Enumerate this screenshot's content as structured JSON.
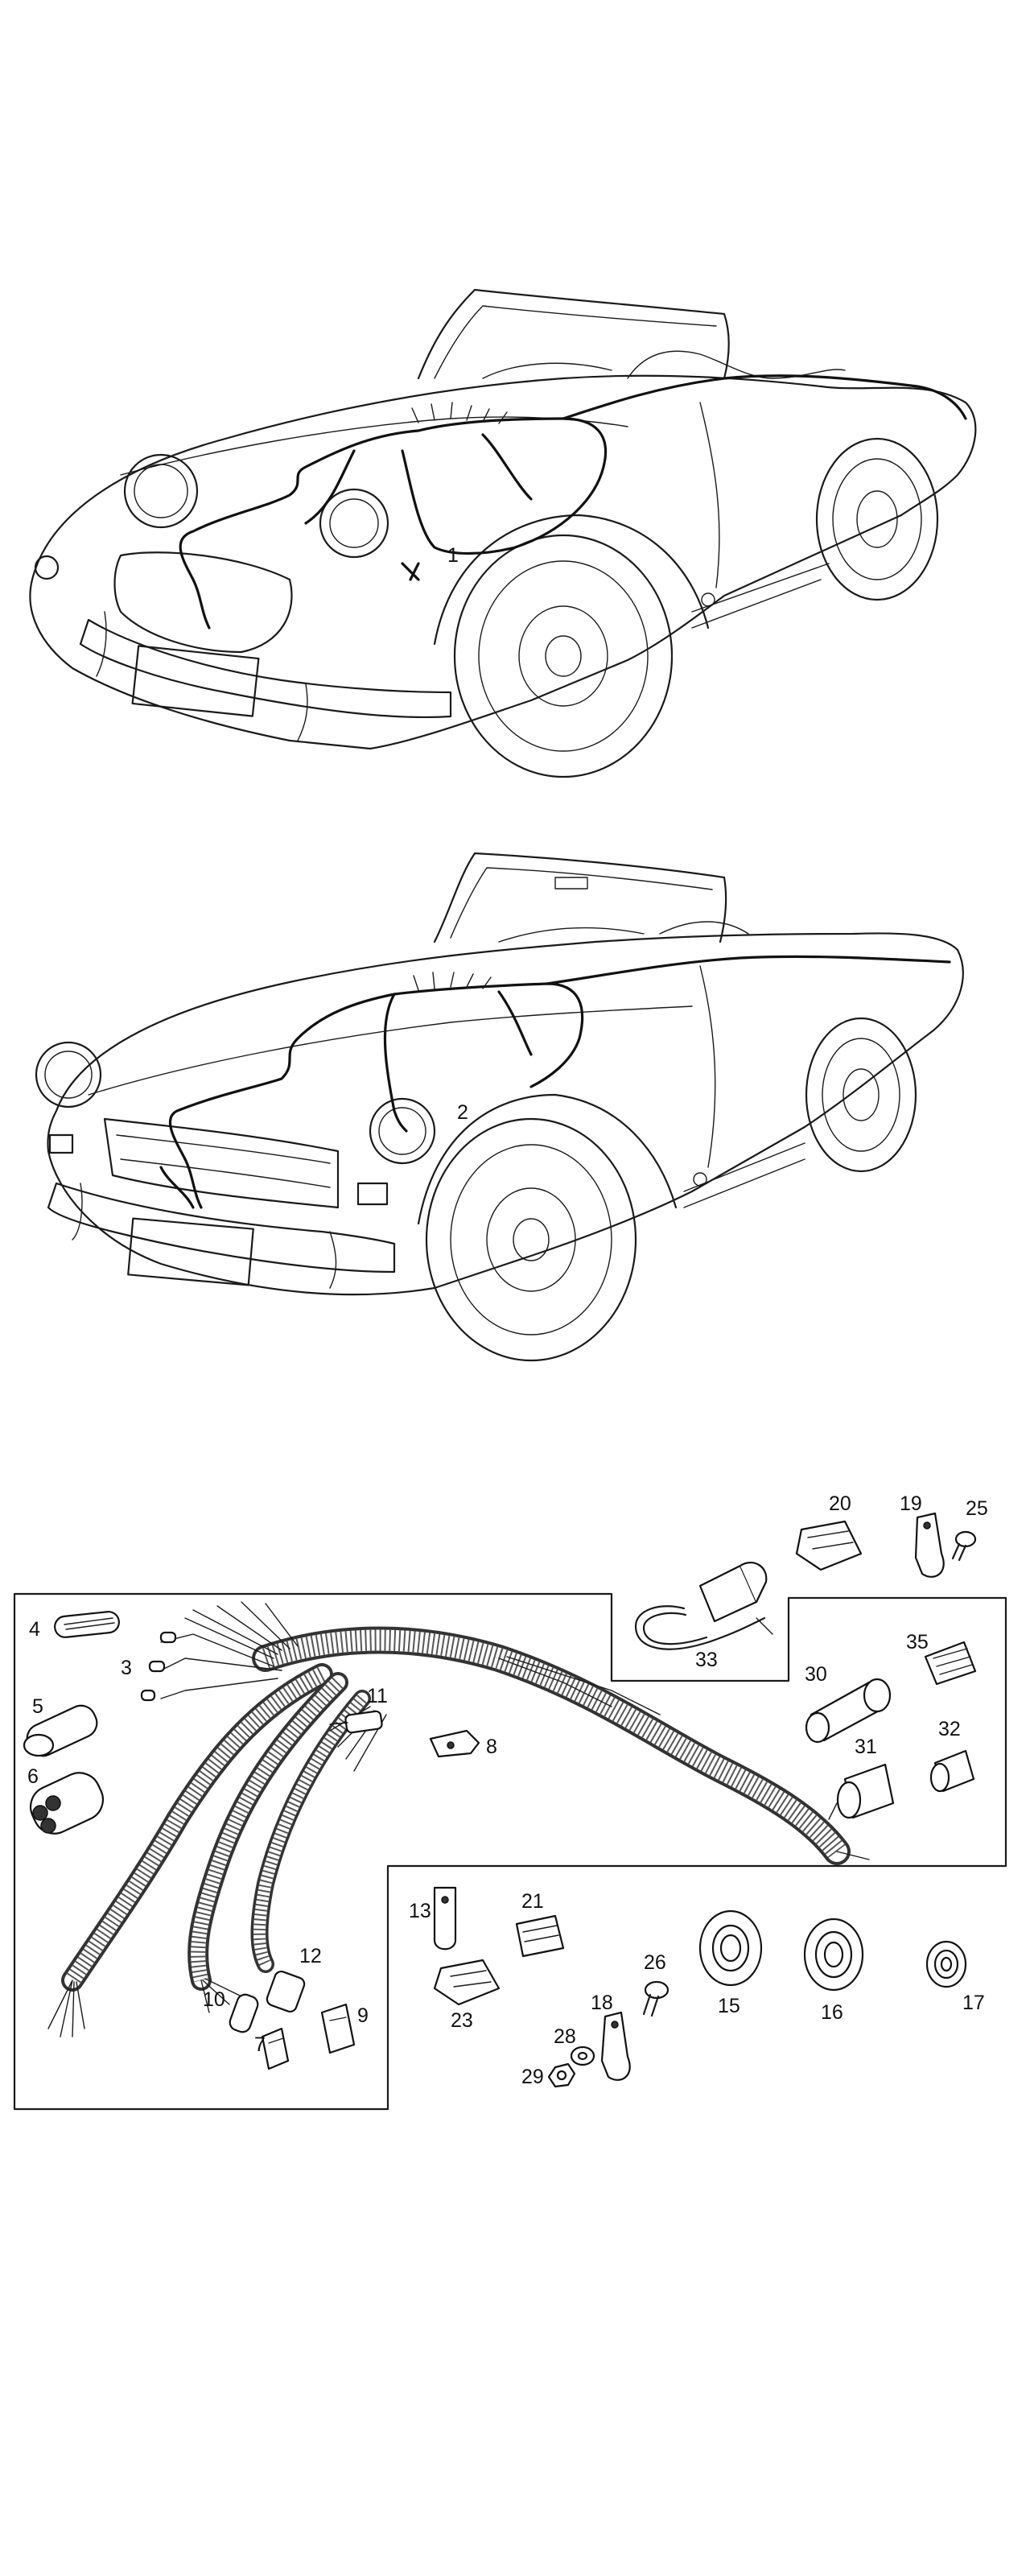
{
  "diagram": {
    "labels": {
      "car_1": "1",
      "car_2": "2",
      "p3": "3",
      "p4": "4",
      "p5": "5",
      "p6": "6",
      "p7": "7",
      "p8": "8",
      "p9": "9",
      "p10": "10",
      "p11": "11",
      "p12": "12",
      "p13": "13",
      "p15": "15",
      "p16": "16",
      "p17": "17",
      "p18": "18",
      "p19": "19",
      "p20": "20",
      "p21": "21",
      "p23": "23",
      "p25": "25",
      "p26": "26",
      "p28": "28",
      "p29": "29",
      "p30": "30",
      "p31": "31",
      "p32": "32",
      "p33": "33",
      "p35": "35"
    }
  }
}
